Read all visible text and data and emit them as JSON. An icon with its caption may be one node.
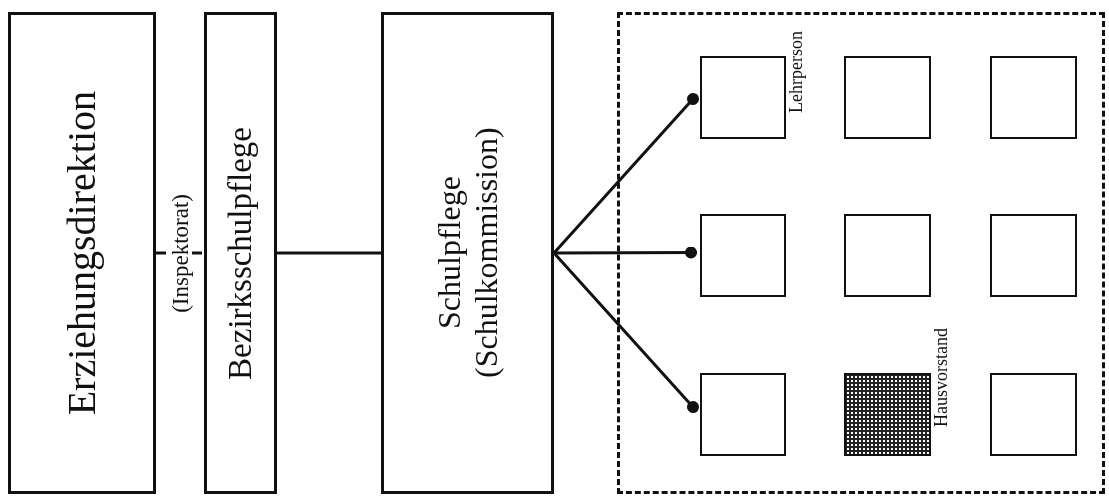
{
  "diagram": {
    "nodes": [
      {
        "text": [
          "Erziehungsdirektion"
        ]
      },
      {
        "text": [
          "Bezirksschulpflege"
        ]
      },
      {
        "text": [
          "Schulpflege (Schulkommission)"
        ]
      },
      {
        "text": [],
        "shape": "box"
      },
      {
        "text": [],
        "shape": "box",
        "in": 3,
        "beside": [
          "Lehrperson"
        ]
      },
      {
        "text": [],
        "shape": "box",
        "in": 3
      },
      {
        "text": [],
        "shape": "box",
        "in": 3
      },
      {
        "text": [],
        "shape": "box",
        "in": 3
      },
      {
        "text": [],
        "shape": "box",
        "in": 3
      },
      {
        "text": [],
        "shape": "box",
        "in": 3
      },
      {
        "text": [],
        "shape": "box",
        "in": 3
      },
      {
        "text": [],
        "shape": "box",
        "in": 3,
        "beside": [
          "Hausvorstand"
        ]
      },
      {
        "text": [],
        "shape": "box",
        "in": 3
      }
    ],
    "edges": [
      {
        "from": 0,
        "to": 1,
        "arrow": "none",
        "style": "dashed",
        "label": "(Inspektorat)"
      },
      {
        "from": 1,
        "to": 2,
        "arrow": "none"
      },
      {
        "from": 2,
        "to": 4,
        "arrow": "other"
      },
      {
        "from": 2,
        "to": 7,
        "arrow": "other"
      },
      {
        "from": 2,
        "to": 10,
        "arrow": "other"
      }
    ]
  }
}
